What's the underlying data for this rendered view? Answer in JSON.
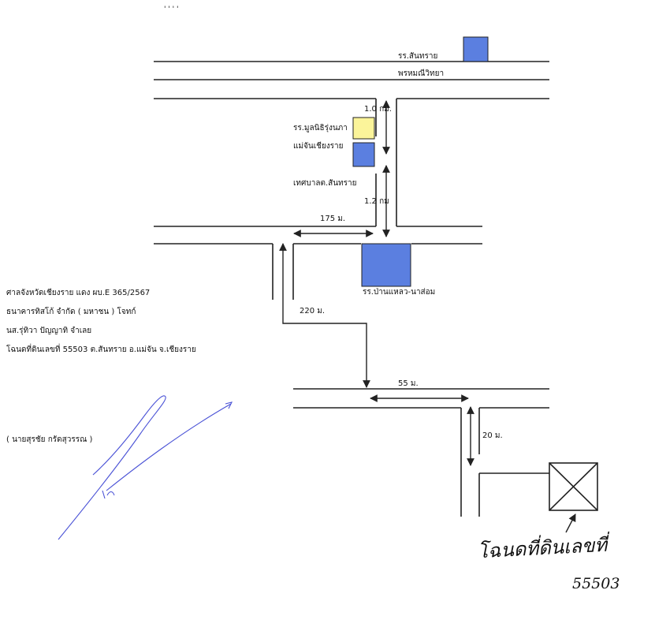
{
  "header_marks": "' ' ' '",
  "map": {
    "road_labels": {
      "school_sansai": "รร.สันทราย",
      "phrom_witthaya": "พรหมณีวิทยา",
      "school_mulnithi": "รร.มูลนิธิรุ่งนภา",
      "maejan_chiangrai": "แม่จันเชียงราย",
      "tessaban": "เทศบาลต.สันทราย",
      "school_banlaew": "รร.ป่านแหลว-นาส่อม"
    },
    "distances": {
      "d1": "1.0 กม.",
      "d2": "1.2 กม",
      "d3": "175 ม.",
      "d4": "220 ม.",
      "d5": "55 ม.",
      "d6": "20 ม."
    },
    "colors": {
      "blue": "#5b7fe0",
      "yellow": "#fbf49a",
      "road": "#222222"
    }
  },
  "case_info": {
    "line1": "ศาลจังหวัดเชียงราย แดง ผบ.E 365/2567",
    "line2": "ธนาคารทิสโก้ จำกัด ( มหาชน ) โจทก์",
    "line3": "นส.รุ่ทิวา ปัญญาทิ จำเลย",
    "line4": "โฉนดที่ดินเลขที่ 55503 ต.สันทราย อ.แม่จัน จ.เชียงราย"
  },
  "signature": {
    "name": "( นายสุรชัย  กรัดสุวรรณ )"
  },
  "annotation": {
    "handwritten_text": "โฉนดที่ดินเลขที่",
    "handwritten_number": "55503"
  }
}
